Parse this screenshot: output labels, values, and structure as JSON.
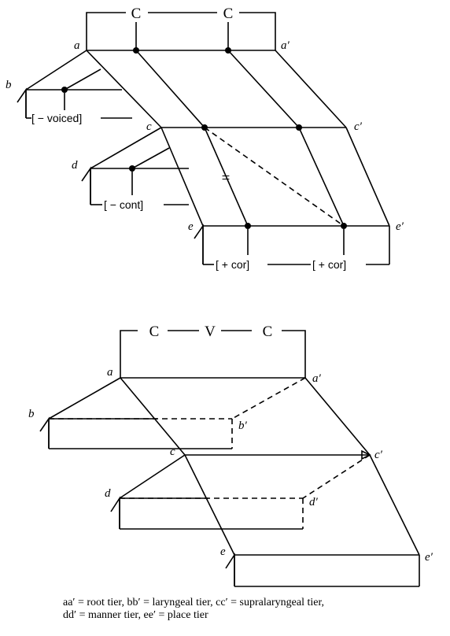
{
  "top_figure": {
    "skeleton": [
      "C",
      "C"
    ],
    "features": {
      "laryngeal": "[ − voiced]",
      "manner": "[ − cont]",
      "place_1": "[ + cor]",
      "place_2": "[ + cor]"
    },
    "blocked_association_mark": "="
  },
  "bottom_figure": {
    "skeleton": [
      "C",
      "V",
      "C"
    ]
  },
  "node_labels": {
    "a": "a",
    "a_prime": "a′",
    "b": "b",
    "b_prime": "b′",
    "c": "c",
    "c_prime": "c′",
    "d": "d",
    "d_prime": "d′",
    "e": "e",
    "e_prime": "e′"
  },
  "caption": {
    "line1": "aa′ = root tier, bb′ = laryngeal tier, cc′ = supralaryngeal tier,",
    "line2": "dd′ = manner tier, ee′ = place tier"
  }
}
